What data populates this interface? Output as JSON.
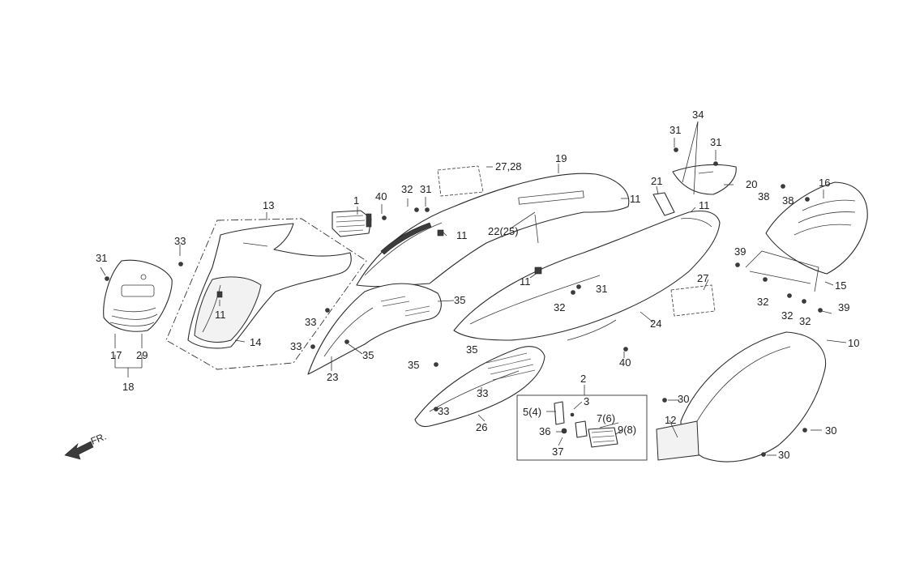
{
  "labels": {
    "l1": "1",
    "l2": "2",
    "l3": "3",
    "l5_4": "5(4)",
    "l7_6": "7(6)",
    "l9_8": "9(8)",
    "l10": "10",
    "l11_a": "11",
    "l11_b": "11",
    "l11_c": "11",
    "l11_d": "11",
    "l11_e": "11",
    "l12": "12",
    "l13": "13",
    "l14": "14",
    "l15": "15",
    "l16": "16",
    "l17": "17",
    "l18": "18",
    "l19": "19",
    "l20": "20",
    "l21": "21",
    "l22_25": "22(25)",
    "l23": "23",
    "l24": "24",
    "l26": "26",
    "l27": "27",
    "l27_28": "27,28",
    "l29": "29",
    "l30_a": "30",
    "l30_b": "30",
    "l30_c": "30",
    "l31_a": "31",
    "l31_b": "31",
    "l31_c": "31",
    "l31_d": "31",
    "l31_e": "31",
    "l32_a": "32",
    "l32_b": "32",
    "l32_c": "32",
    "l32_d": "32",
    "l32_e": "32",
    "l33_a": "33",
    "l33_b": "33",
    "l33_c": "33",
    "l33_d": "33",
    "l33_e": "33",
    "l34": "34",
    "l35_a": "35",
    "l35_b": "35",
    "l35_c": "35",
    "l35_d": "35",
    "l36": "36",
    "l37": "37",
    "l38_a": "38",
    "l38_b": "38",
    "l39_a": "39",
    "l39_b": "39",
    "l40_a": "40",
    "l40_b": "40"
  },
  "direction": {
    "text": "FR."
  }
}
